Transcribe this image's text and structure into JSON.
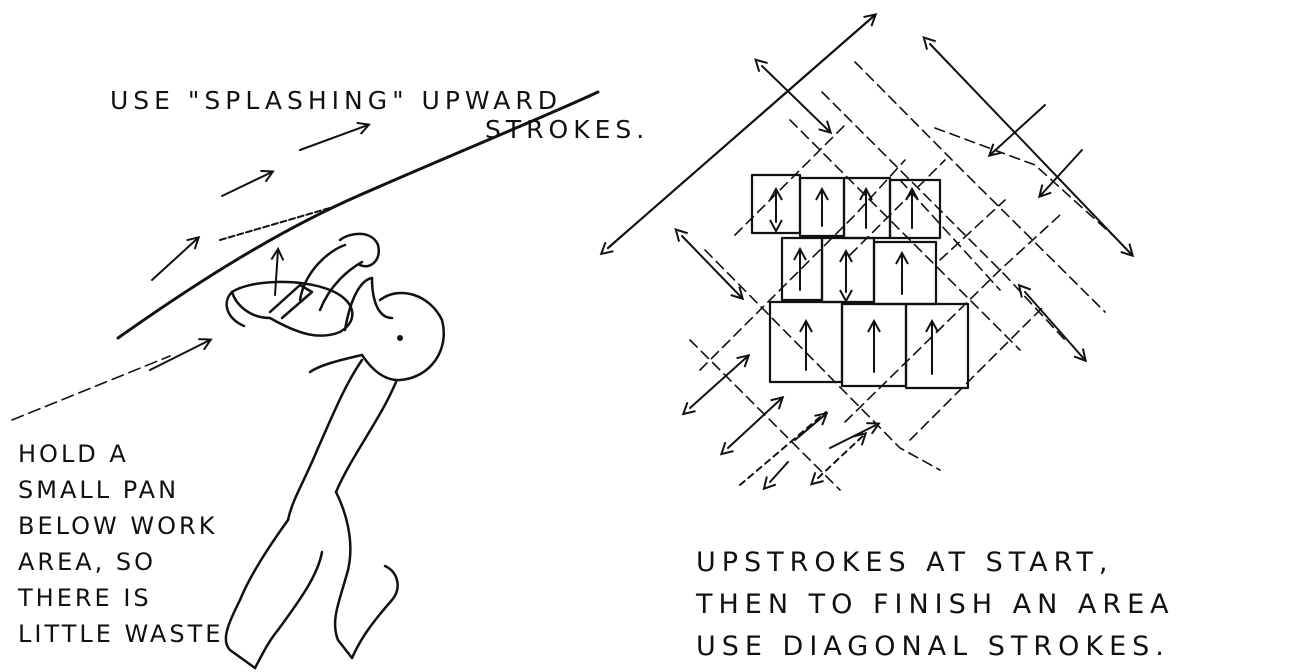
{
  "captions": {
    "splash_line1": "USE \"SPLASHING\" UPWARD",
    "splash_line2": "STROKES.",
    "hold_lines": [
      "HOLD A",
      "SMALL PAN",
      "BELOW WORK",
      "AREA, SO",
      "THERE IS",
      "LITTLE WASTE"
    ],
    "finish_lines": [
      "UPSTROKES AT START,",
      "THEN TO FINISH AN AREA",
      "USE DIAGONAL STROKES."
    ]
  },
  "colors": {
    "ink": "#111111",
    "paper": "#ffffff"
  }
}
